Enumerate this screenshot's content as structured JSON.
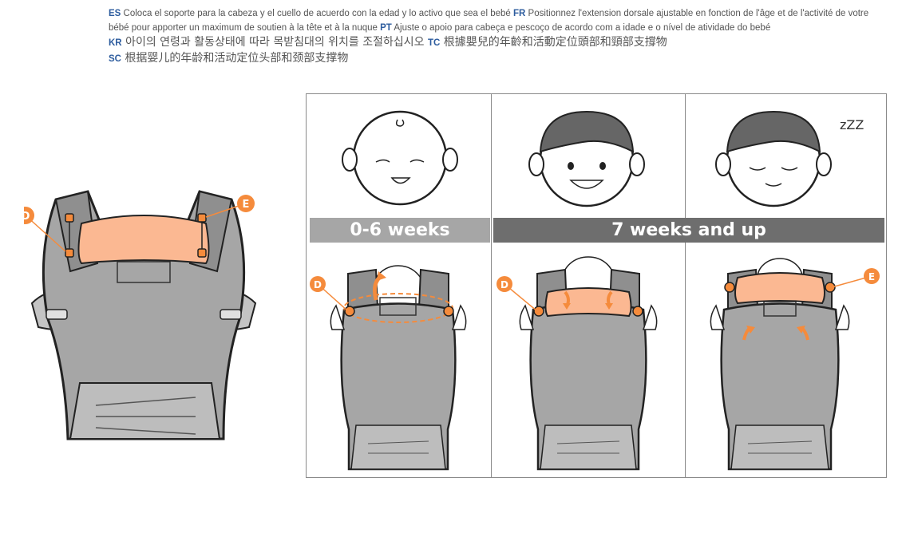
{
  "instructions": {
    "line1": {
      "es_code": "ES",
      "es_text": "Coloca el soporte para la cabeza y el cuello de acuerdo con la edad y lo activo que sea el bebé",
      "fr_code": "FR",
      "fr_text": "Positionnez l'extension dorsale ajustable en fonction de l'âge et de l'activité de votre"
    },
    "line2": {
      "fr_cont": "bébé pour apporter un maximum de soutien à la tête et à la nuque",
      "pt_code": "PT",
      "pt_text": "Ajuste o apoio para cabeça e pescoço de acordo com a idade e o nível de atividade do bebé"
    },
    "line3": {
      "kr_code": "KR",
      "kr_text": "아이의 연령과 활동상태에 따라 목받침대의 위치를 조절하십시오",
      "tc_code": "TC",
      "tc_text": "根據嬰兒的年齡和活動定位頭部和頸部支撐物"
    },
    "line4": {
      "sc_code": "SC",
      "sc_text": "根据婴儿的年龄和活动定位头部和颈部支撑物"
    }
  },
  "callouts": {
    "d": "D",
    "e": "E"
  },
  "age_bars": {
    "first": "0-6 weeks",
    "second": "7 weeks and up"
  },
  "sleep_text": "zZZ",
  "colors": {
    "code_blue": "#2d5c9e",
    "orange": "#f58b3c",
    "headrest": "#fbb892",
    "carrier_gray": "#a6a6a6",
    "hair_gray": "#666666"
  }
}
